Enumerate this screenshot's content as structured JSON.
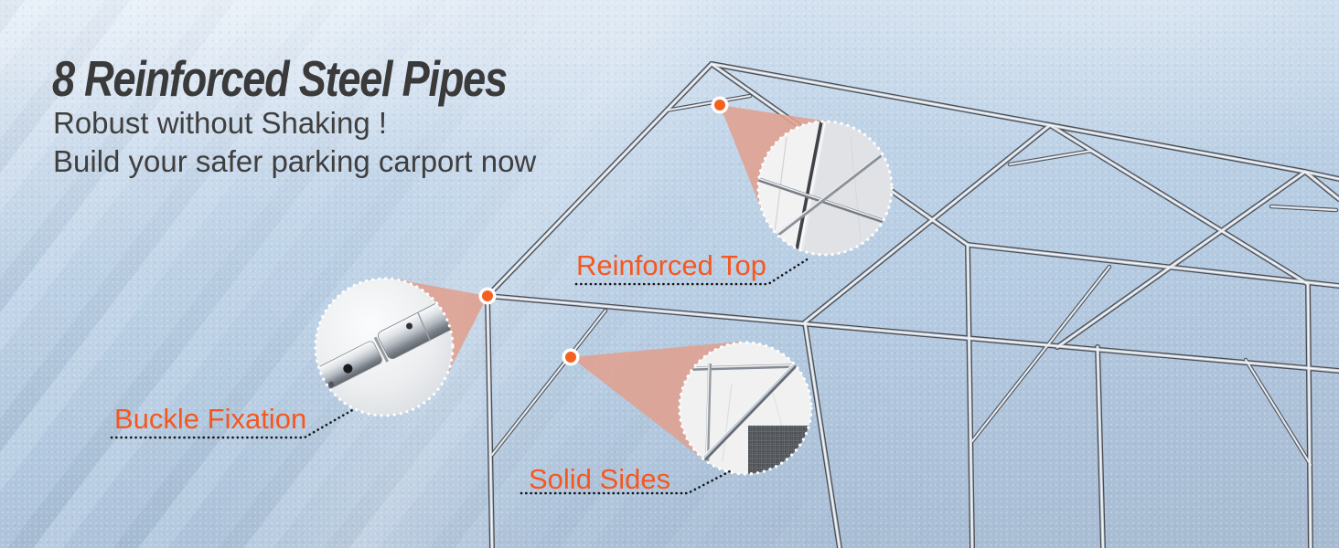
{
  "banner": {
    "title": "8 Reinforced Steel Pipes",
    "subtitle_line1": "Robust without Shaking !",
    "subtitle_line2": "Build your safer parking carport now"
  },
  "callouts": {
    "reinforced_top": {
      "label": "Reinforced Top"
    },
    "buckle_fixation": {
      "label": "Buckle Fixation"
    },
    "solid_sides": {
      "label": "Solid Sides"
    }
  },
  "colors": {
    "accent_orange": "#f6571f",
    "title_text": "#3a3a3a",
    "body_text": "#3f3f3f",
    "leader_dots": "#141414",
    "callout_pink": "#e0a08f",
    "joint_dot_orange": "#f4611f",
    "fabric_blue_light": "#e3edf7",
    "fabric_blue_mid": "#b8cfe4",
    "fabric_blue_dark": "#a6bad0",
    "steel_dark": "#4a4f57",
    "steel_light": "#c9cfd7",
    "steel_highlight": "#f6f8fa",
    "detail_circle_border": "#ffffff"
  }
}
